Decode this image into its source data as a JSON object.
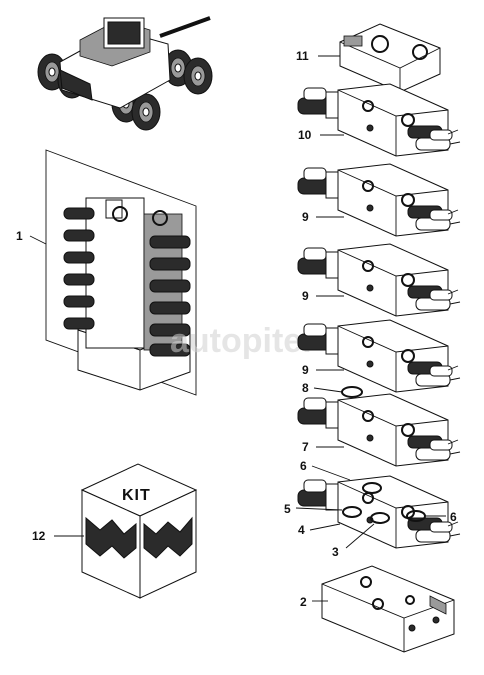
{
  "diagram": {
    "watermark": "autopiter",
    "kit_label": "KIT",
    "callouts": [
      {
        "id": "c1",
        "label": "1"
      },
      {
        "id": "c2",
        "label": "2"
      },
      {
        "id": "c3",
        "label": "3"
      },
      {
        "id": "c4",
        "label": "4"
      },
      {
        "id": "c5",
        "label": "5"
      },
      {
        "id": "c6a",
        "label": "6"
      },
      {
        "id": "c6b",
        "label": "6"
      },
      {
        "id": "c7",
        "label": "7"
      },
      {
        "id": "c8",
        "label": "8"
      },
      {
        "id": "c9a",
        "label": "9"
      },
      {
        "id": "c9b",
        "label": "9"
      },
      {
        "id": "c9c",
        "label": "9"
      },
      {
        "id": "c10",
        "label": "10"
      },
      {
        "id": "c11",
        "label": "11"
      },
      {
        "id": "c12",
        "label": "12"
      }
    ]
  }
}
